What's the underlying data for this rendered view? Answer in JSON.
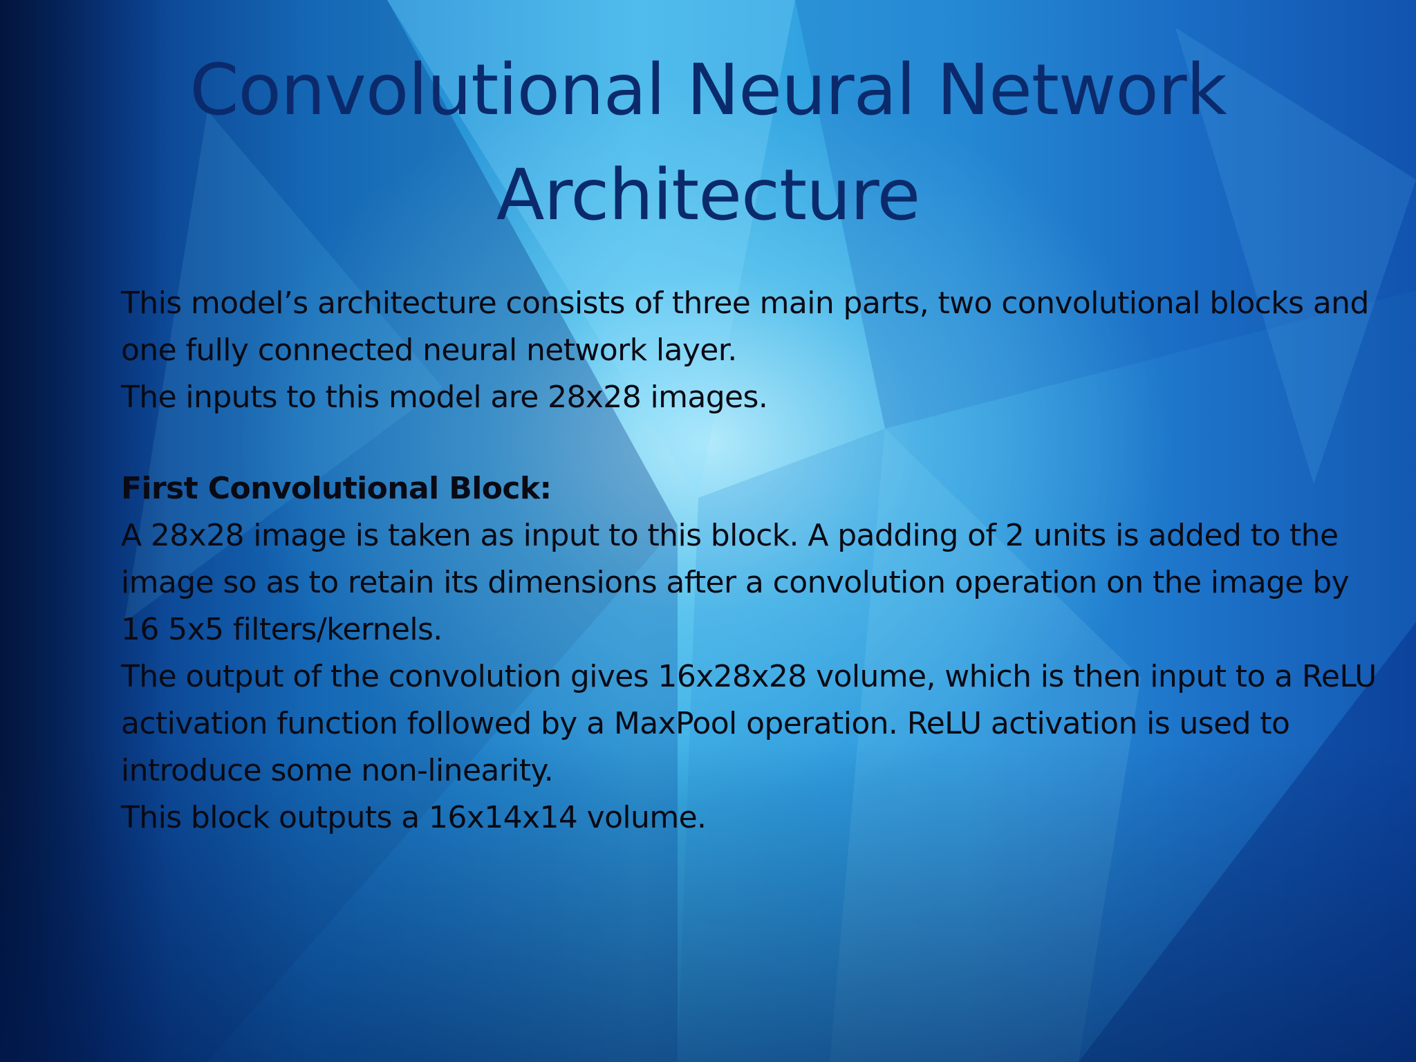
{
  "slide": {
    "title_line1": "Convolutional Neural Network",
    "title_line2": "Architecture",
    "intro_line1": "This model’s architecture consists of three main parts, two convolutional blocks and one fully connected neural network layer.",
    "intro_line2": "The inputs to this model are 28x28 images.",
    "section_heading": "First Convolutional Block:",
    "para1": "A 28x28 image is taken as input to this block. A padding of 2 units is added to the image so as to retain its dimensions after a convolution operation on the image by 16 5x5 filters/kernels.",
    "para2": "The output of the convolution gives 16x28x28 volume, which is then input to a ReLU activation function followed by a MaxPool operation. ReLU activation is used to introduce some non-linearity.",
    "para3": "This block outputs a 16x14x14 volume."
  },
  "colors": {
    "title": "#0b2a6b",
    "body_text": "#0a0a14",
    "background_dark": "#03163f",
    "background_light": "#c8f5ff"
  }
}
